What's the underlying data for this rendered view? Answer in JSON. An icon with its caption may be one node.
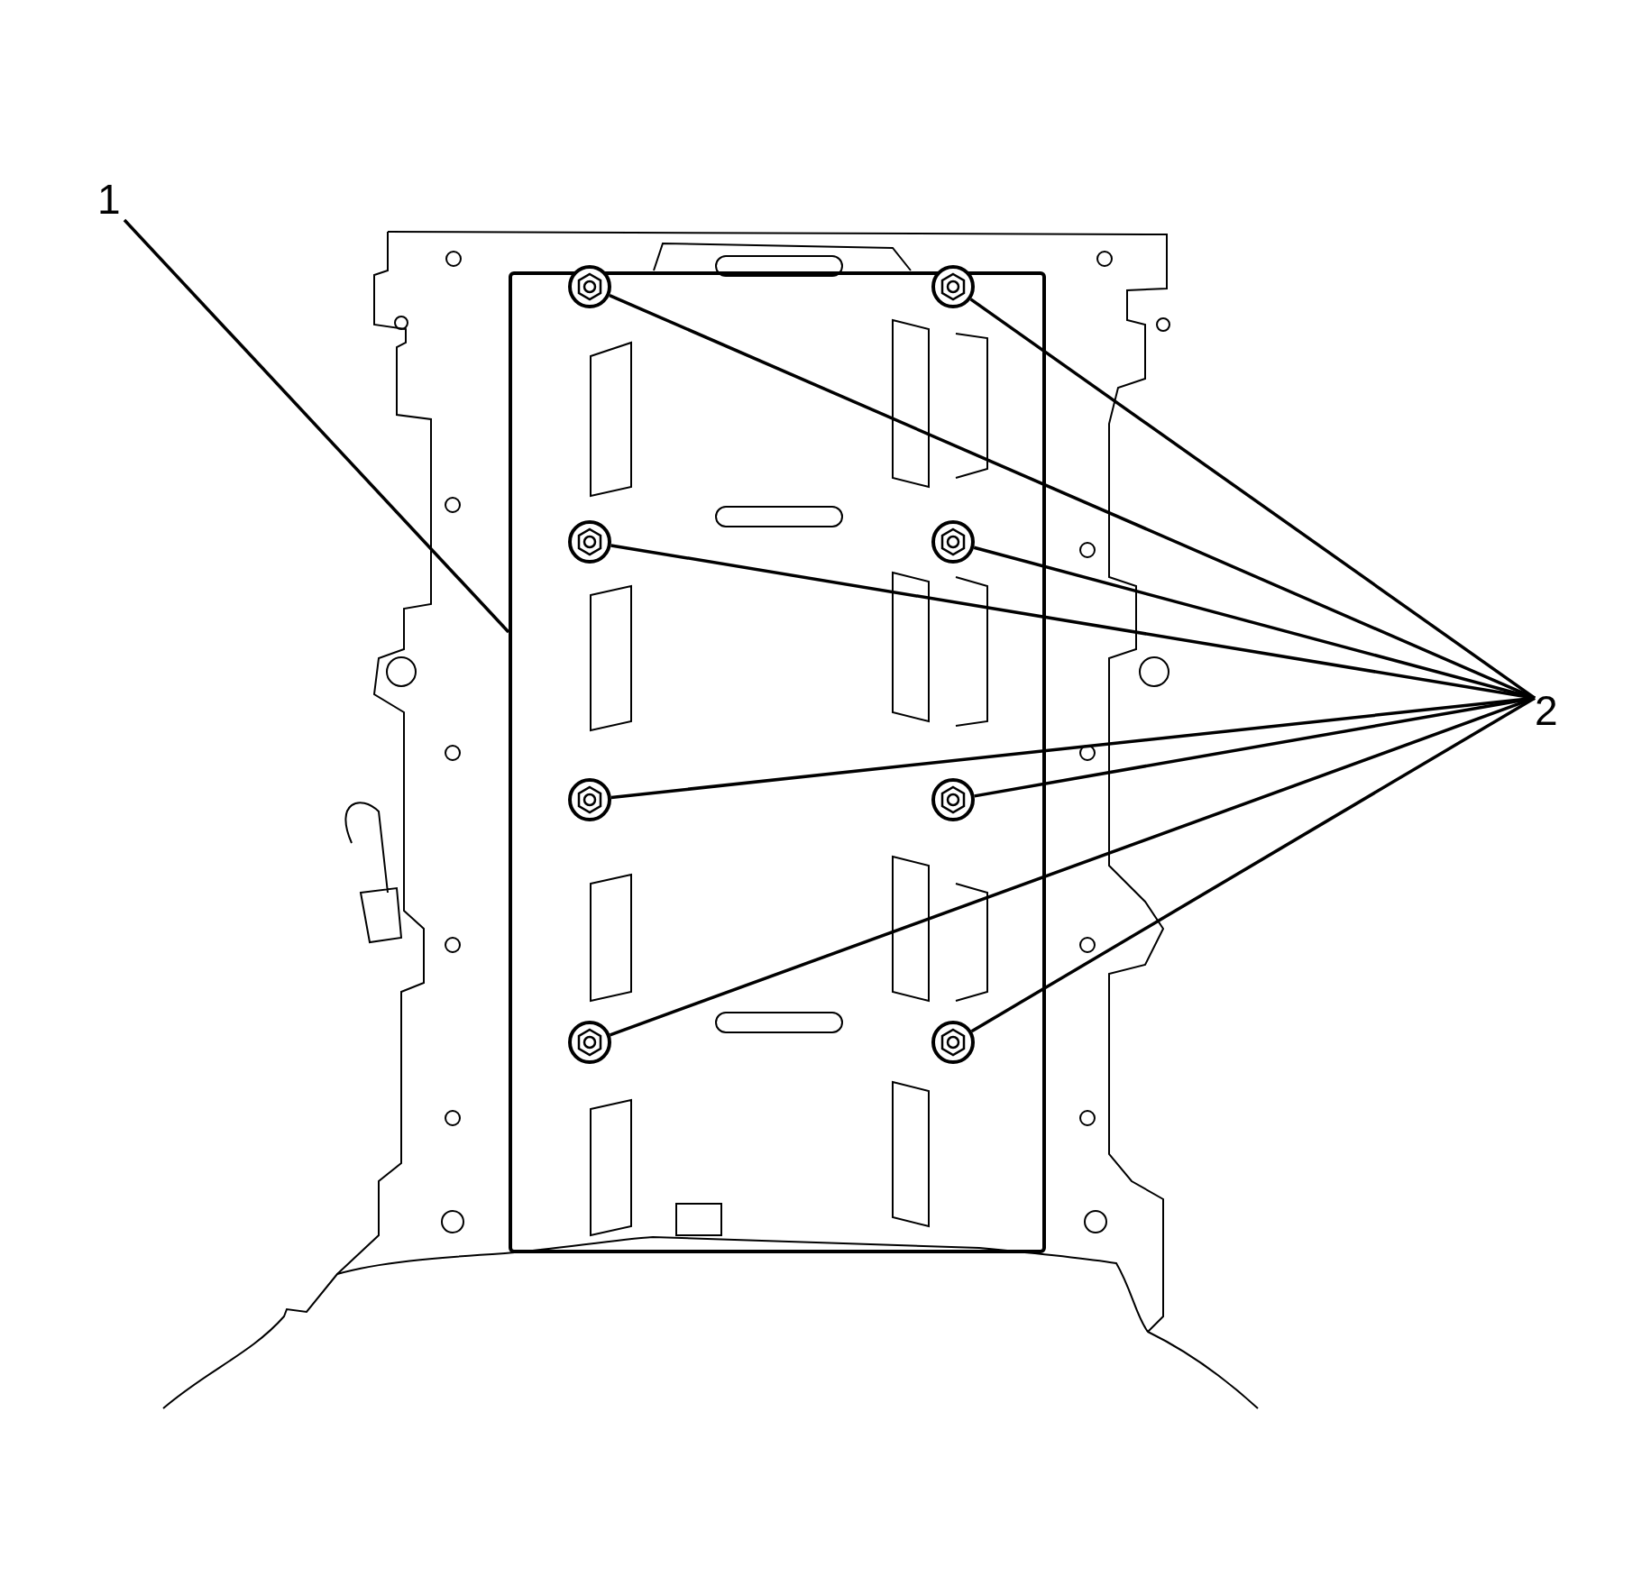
{
  "diagram": {
    "nodes": [
      {
        "text": [
          "1"
        ]
      },
      {
        "text": [],
        "shape": "box"
      },
      {
        "text": [
          "2"
        ]
      },
      {
        "text": [],
        "shape": "circle",
        "in": 1
      },
      {
        "text": [],
        "shape": "circle",
        "in": 1
      },
      {
        "text": [],
        "shape": "circle",
        "in": 1
      },
      {
        "text": [],
        "shape": "circle",
        "in": 1
      },
      {
        "text": [],
        "shape": "circle",
        "in": 1
      },
      {
        "text": [],
        "shape": "circle",
        "in": 1
      },
      {
        "text": [],
        "shape": "circle",
        "in": 1
      },
      {
        "text": [],
        "shape": "circle",
        "in": 1
      }
    ],
    "edges": [
      {
        "from": 0,
        "to": 1,
        "arrow": "none"
      },
      {
        "from": 2,
        "to": 3,
        "arrow": "none"
      },
      {
        "from": 2,
        "to": 4,
        "arrow": "none"
      },
      {
        "from": 2,
        "to": 5,
        "arrow": "none"
      },
      {
        "from": 2,
        "to": 6,
        "arrow": "none"
      },
      {
        "from": 2,
        "to": 7,
        "arrow": "none"
      },
      {
        "from": 2,
        "to": 8,
        "arrow": "none"
      },
      {
        "from": 2,
        "to": 9,
        "arrow": "none"
      },
      {
        "from": 2,
        "to": 10,
        "arrow": "none"
      }
    ]
  }
}
